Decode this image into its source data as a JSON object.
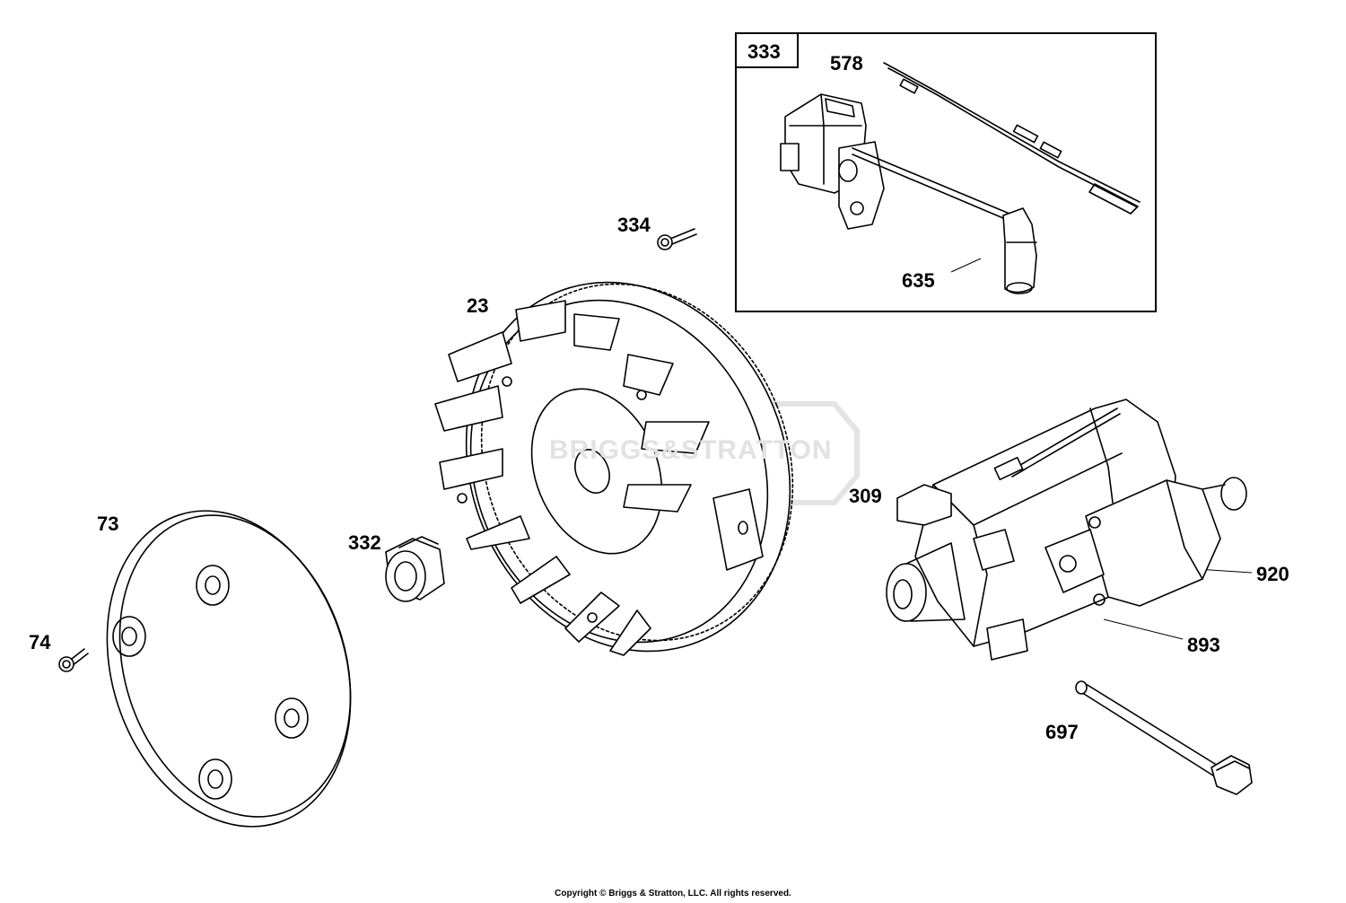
{
  "diagram": {
    "inset_label": "333",
    "watermark_text": "BRIGGS&STRATTON",
    "callouts": {
      "c578": "578",
      "c635": "635",
      "c334": "334",
      "c23": "23",
      "c309": "309",
      "c920": "920",
      "c893": "893",
      "c697": "697",
      "c73": "73",
      "c332": "332",
      "c74": "74"
    },
    "copyright": "Copyright © Briggs & Stratton, LLC. All rights reserved."
  }
}
